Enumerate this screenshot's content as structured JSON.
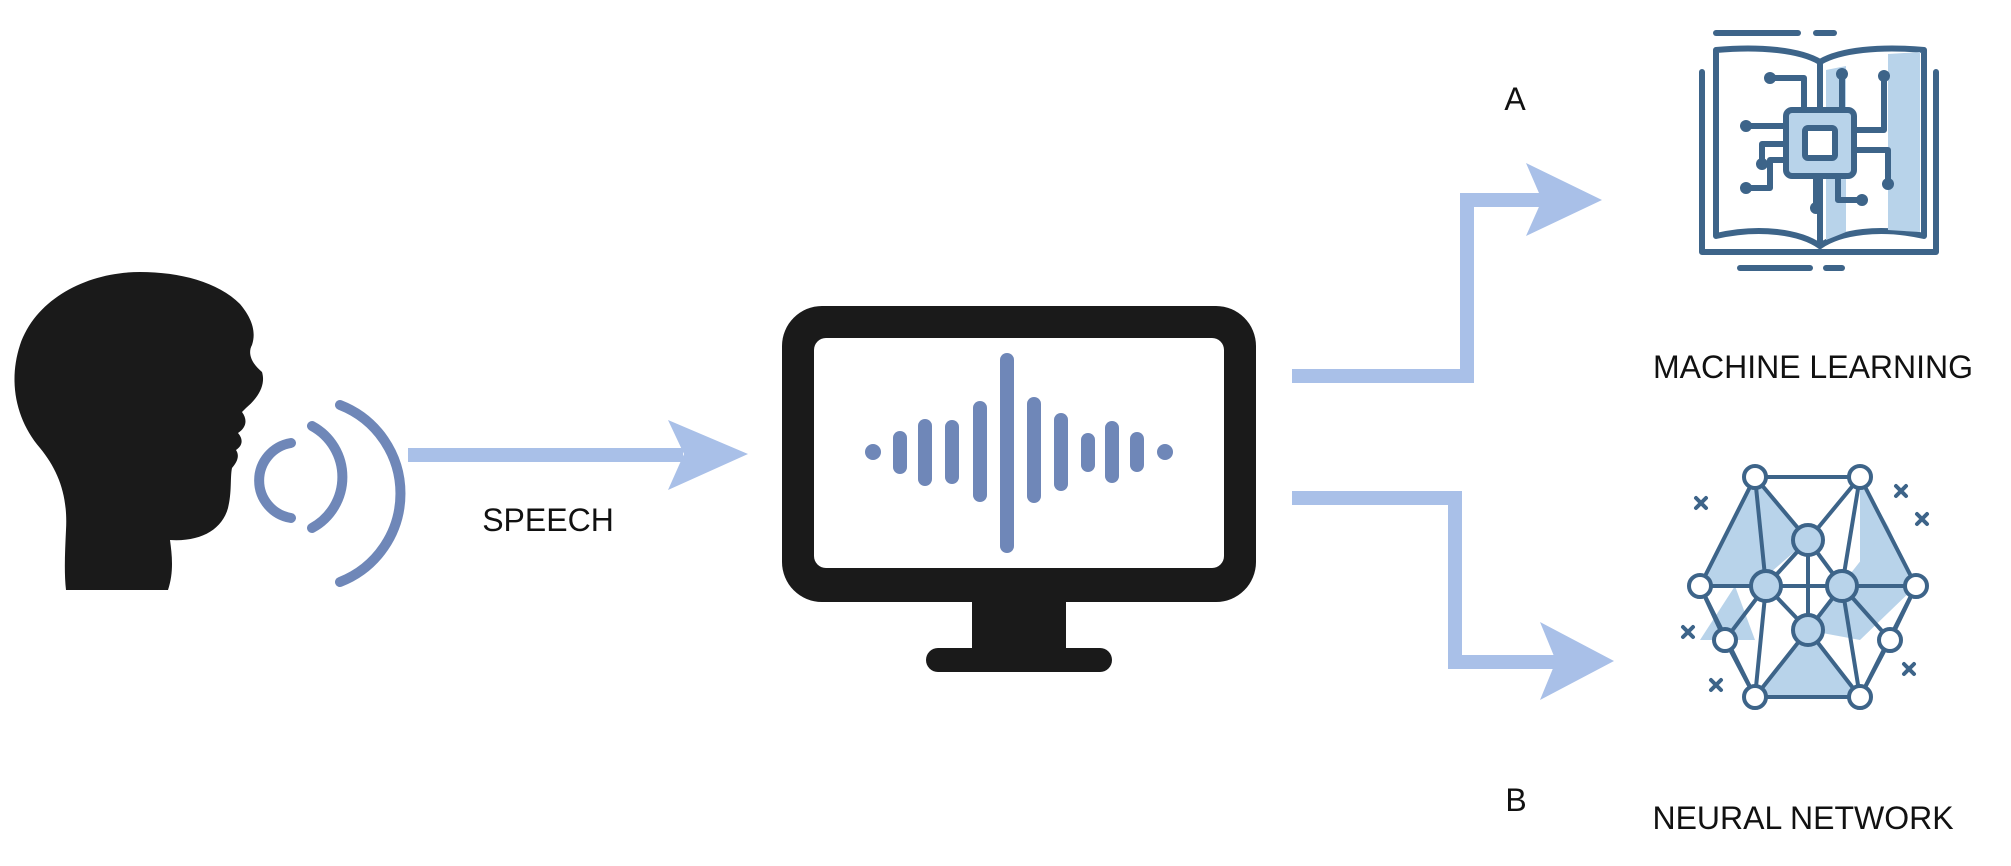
{
  "labels": {
    "speech": "SPEECH",
    "branch_a": "A",
    "branch_b": "B",
    "machine_learning": "MACHINE LEARNING",
    "neural_network": "NEURAL NETWORK"
  },
  "icons": {
    "speaker": "speaking-head-icon",
    "sound_waves": "sound-waves-icon",
    "computer": "monitor-waveform-icon",
    "machine_learning": "book-chip-icon",
    "neural_network": "neural-network-icon"
  },
  "colors": {
    "head": "#1a1a1a",
    "monitor": "#1a1a1a",
    "waves": "#6f87b8",
    "arrows": "#a9c0e8",
    "icon_stroke": "#3d6489",
    "icon_fill": "#b8d3ea",
    "text": "#111111"
  }
}
